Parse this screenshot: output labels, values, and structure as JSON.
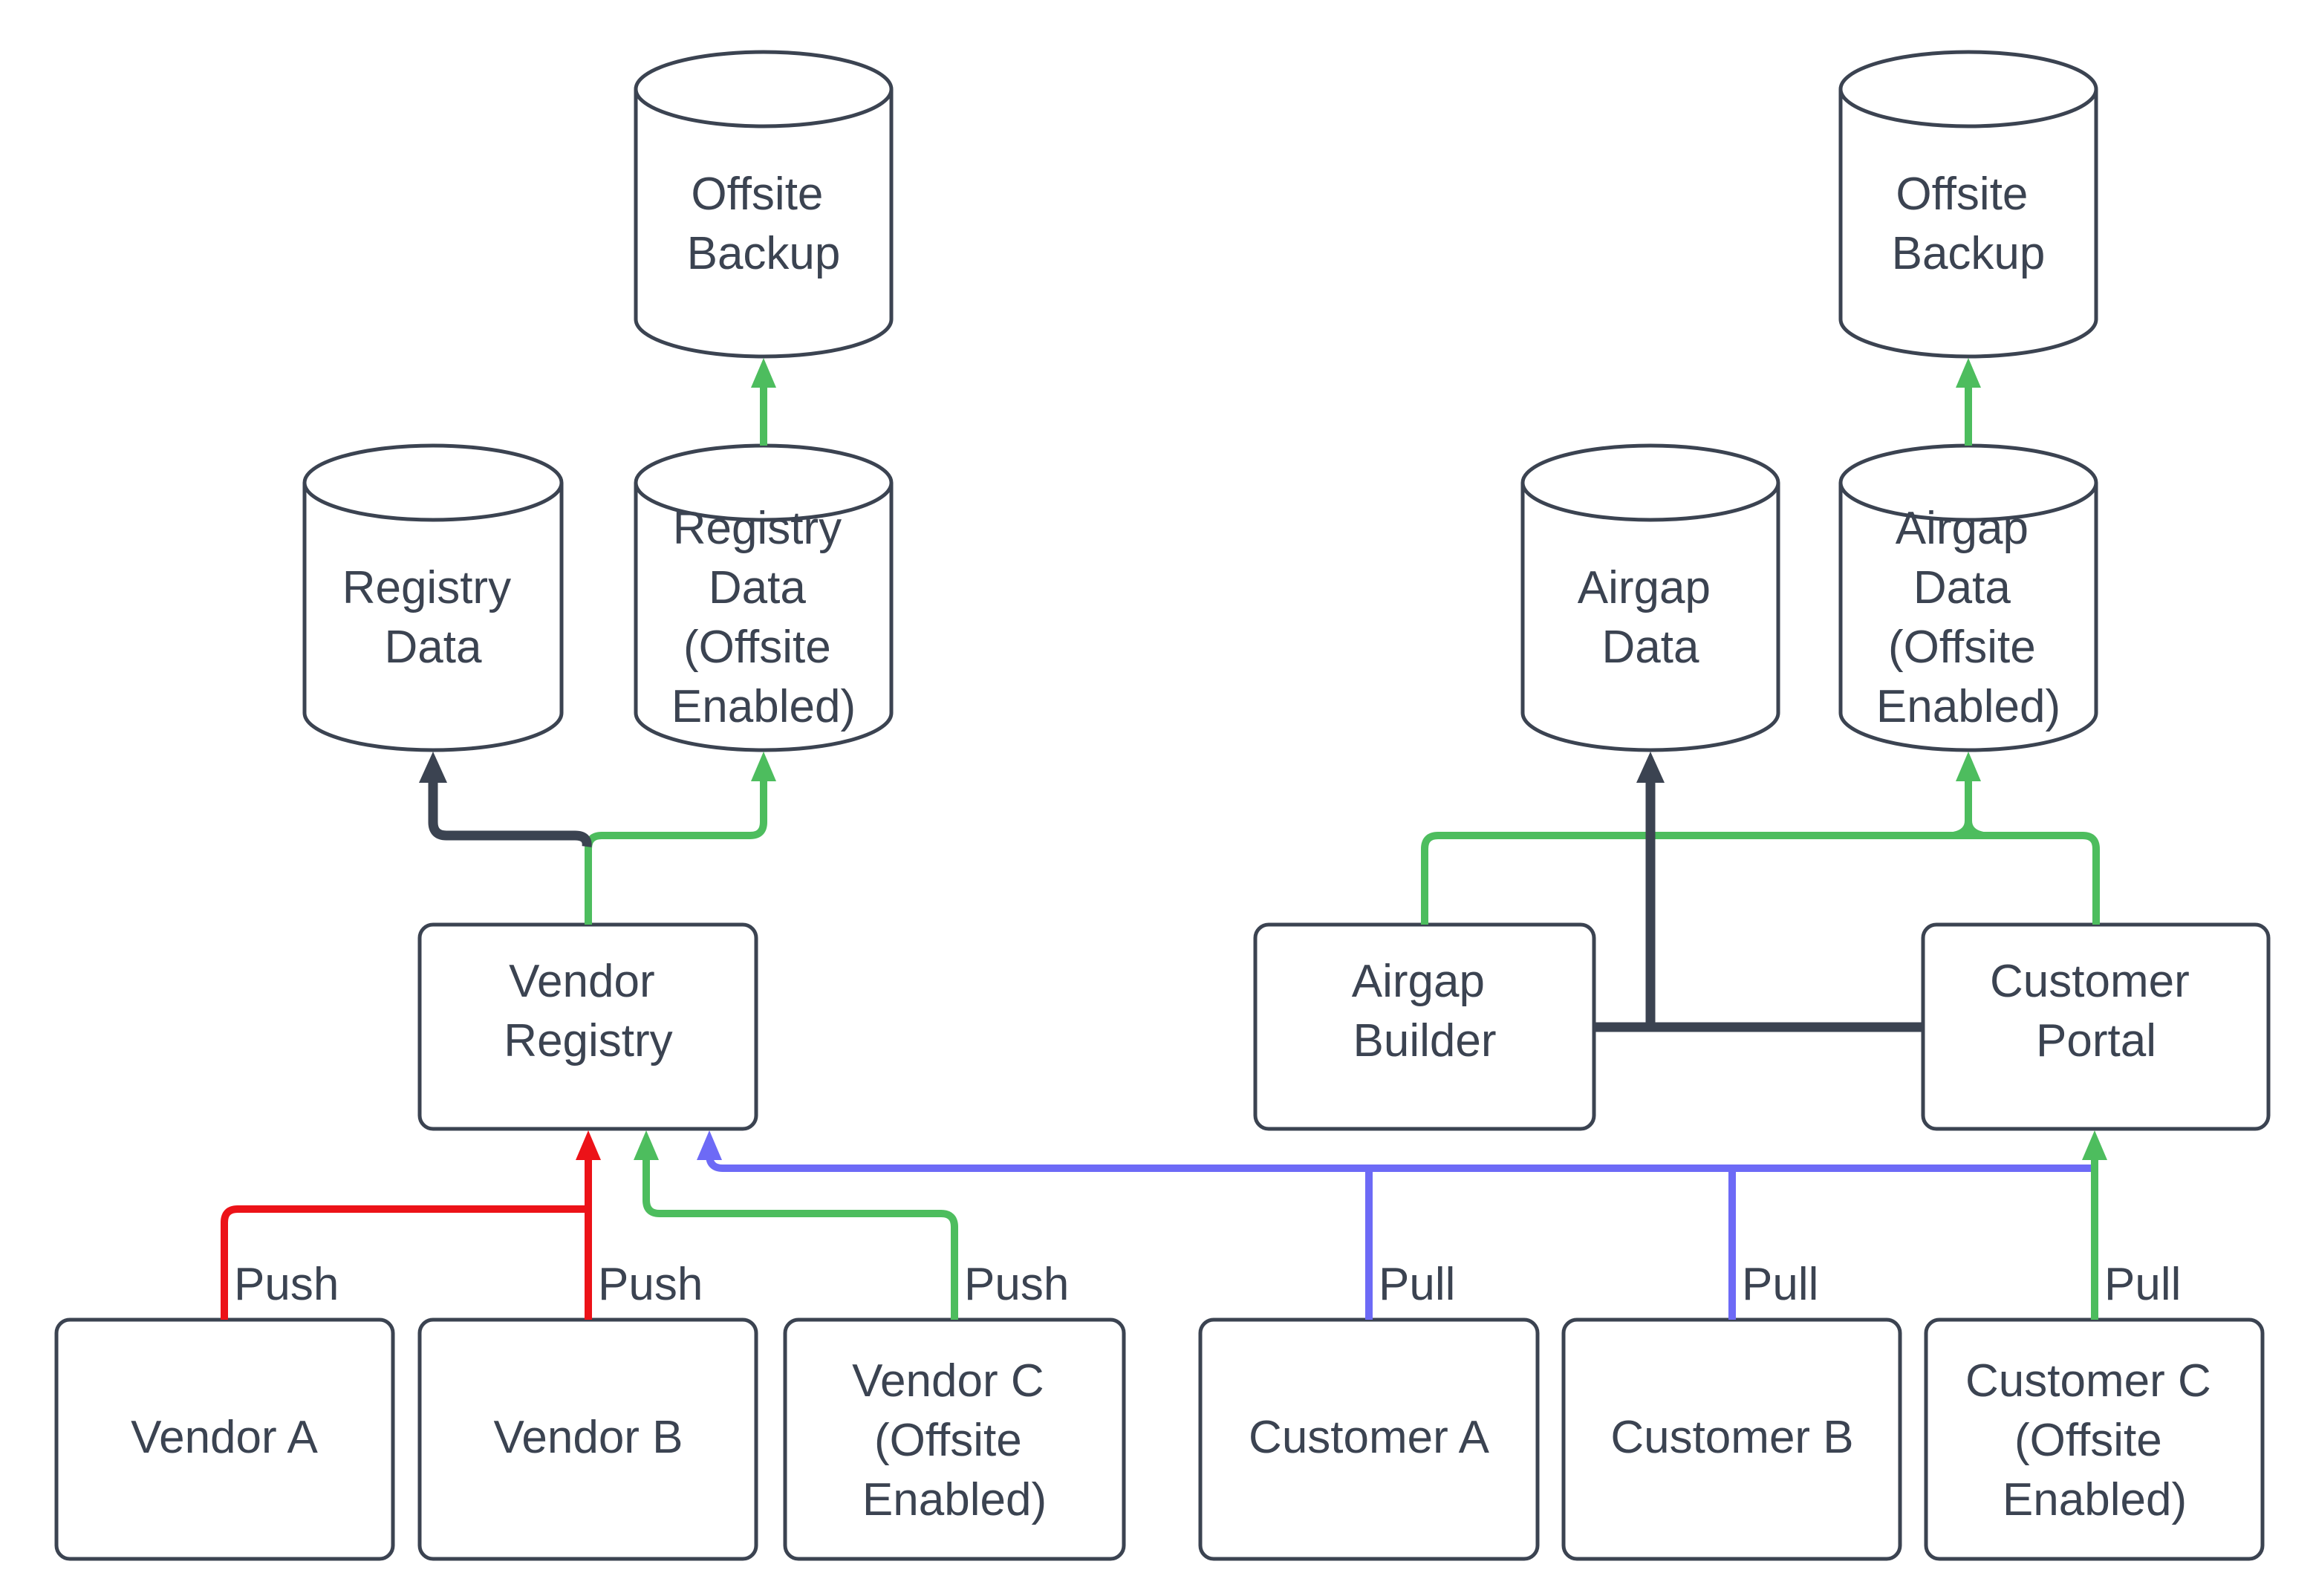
{
  "diagram": {
    "type": "flow-diagram",
    "colors": {
      "dark": "#3b4351",
      "red": "#ec1218",
      "green": "#4dbd5e",
      "blue": "#6d6af6",
      "node_fill": "#ffffff",
      "background": "#ffffff"
    },
    "nodes": {
      "offsite_backup_left": {
        "shape": "cylinder",
        "lines": [
          "Offsite",
          "Backup"
        ]
      },
      "registry_data": {
        "shape": "cylinder",
        "lines": [
          "Registry",
          "Data"
        ]
      },
      "registry_data_offsite": {
        "shape": "cylinder",
        "lines": [
          "Registry",
          "Data",
          "(Offsite",
          "Enabled)"
        ]
      },
      "offsite_backup_right": {
        "shape": "cylinder",
        "lines": [
          "Offsite",
          "Backup"
        ]
      },
      "airgap_data": {
        "shape": "cylinder",
        "lines": [
          "Airgap",
          "Data"
        ]
      },
      "airgap_data_offsite": {
        "shape": "cylinder",
        "lines": [
          "Airgap",
          "Data",
          "(Offsite",
          "Enabled)"
        ]
      },
      "vendor_registry": {
        "shape": "rect",
        "lines": [
          "Vendor",
          "Registry"
        ]
      },
      "airgap_builder": {
        "shape": "rect",
        "lines": [
          "Airgap",
          "Builder"
        ]
      },
      "customer_portal": {
        "shape": "rect",
        "lines": [
          "Customer",
          "Portal"
        ]
      },
      "vendor_a": {
        "shape": "rect",
        "lines": [
          "Vendor A"
        ]
      },
      "vendor_b": {
        "shape": "rect",
        "lines": [
          "Vendor B"
        ]
      },
      "vendor_c": {
        "shape": "rect",
        "lines": [
          "Vendor C",
          "(Offsite",
          "Enabled)"
        ]
      },
      "customer_a": {
        "shape": "rect",
        "lines": [
          "Customer A"
        ]
      },
      "customer_b": {
        "shape": "rect",
        "lines": [
          "Customer B"
        ]
      },
      "customer_c": {
        "shape": "rect",
        "lines": [
          "Customer C",
          "(Offsite",
          "Enabled)"
        ]
      }
    },
    "edge_labels": {
      "push_vendor_a": "Push",
      "push_vendor_b": "Push",
      "push_vendor_c": "Push",
      "pull_customer_a": "Pull",
      "pull_customer_b": "Pull",
      "pull_customer_c": "Pull"
    },
    "edges": [
      {
        "from": "vendor_a",
        "to": "vendor_registry",
        "color": "red",
        "label": "Push"
      },
      {
        "from": "vendor_b",
        "to": "vendor_registry",
        "color": "red",
        "label": "Push"
      },
      {
        "from": "vendor_c",
        "to": "vendor_registry",
        "color": "green",
        "label": "Push"
      },
      {
        "from": "customer_a",
        "to": "vendor_registry",
        "color": "blue",
        "label": "Pull"
      },
      {
        "from": "customer_b",
        "to": "vendor_registry",
        "color": "blue",
        "label": "Pull"
      },
      {
        "from": "customer_c",
        "to": "customer_portal",
        "color": "green",
        "label": "Pull"
      },
      {
        "from": "vendor_registry",
        "to": "registry_data",
        "color": "dark"
      },
      {
        "from": "vendor_registry",
        "to": "registry_data_offsite",
        "color": "green"
      },
      {
        "from": "registry_data_offsite",
        "to": "offsite_backup_left",
        "color": "green"
      },
      {
        "from": "airgap_builder",
        "to": "airgap_data",
        "color": "dark"
      },
      {
        "from": "customer_portal",
        "to": "airgap_data",
        "color": "dark"
      },
      {
        "from": "airgap_builder",
        "to": "airgap_data_offsite",
        "color": "green"
      },
      {
        "from": "customer_portal",
        "to": "airgap_data_offsite",
        "color": "green"
      },
      {
        "from": "airgap_data_offsite",
        "to": "offsite_backup_right",
        "color": "green"
      }
    ]
  }
}
